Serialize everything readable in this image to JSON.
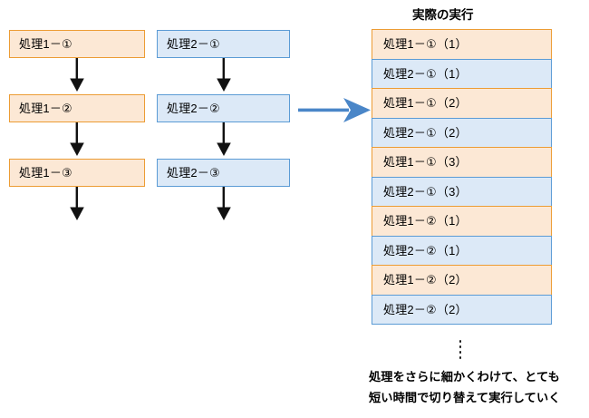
{
  "diagram": {
    "title_right": "実際の実行",
    "flows": [
      {
        "name": "flow-1",
        "color_scheme": "orange",
        "accent_color": "#ec9c34",
        "fill_color": "#fce8d5",
        "steps": [
          {
            "label": "処理1－①"
          },
          {
            "label": "処理1－②"
          },
          {
            "label": "処理1－③"
          }
        ]
      },
      {
        "name": "flow-2",
        "color_scheme": "blue",
        "accent_color": "#5b9bd5",
        "fill_color": "#dce9f7",
        "steps": [
          {
            "label": "処理2－①"
          },
          {
            "label": "処理2－②"
          },
          {
            "label": "処理2－③"
          }
        ]
      }
    ],
    "transition_arrow": {
      "direction": "right",
      "color": "#4a86c8"
    },
    "timeline": {
      "rows": [
        {
          "label": "処理1－①（1）",
          "color_scheme": "orange"
        },
        {
          "label": "処理2－①（1）",
          "color_scheme": "blue"
        },
        {
          "label": "処理1－①（2）",
          "color_scheme": "orange"
        },
        {
          "label": "処理2－①（2）",
          "color_scheme": "blue"
        },
        {
          "label": "処理1－①（3）",
          "color_scheme": "orange"
        },
        {
          "label": "処理2－①（3）",
          "color_scheme": "blue"
        },
        {
          "label": "処理1－②（1）",
          "color_scheme": "orange"
        },
        {
          "label": "処理2－②（1）",
          "color_scheme": "blue"
        },
        {
          "label": "処理1－②（2）",
          "color_scheme": "orange"
        },
        {
          "label": "処理2－②（2）",
          "color_scheme": "blue"
        }
      ],
      "continuation": "⋮"
    },
    "caption": {
      "line1": "処理をさらに細かくわけて、とても",
      "line2": "短い時間で切り替えて実行していく"
    }
  }
}
